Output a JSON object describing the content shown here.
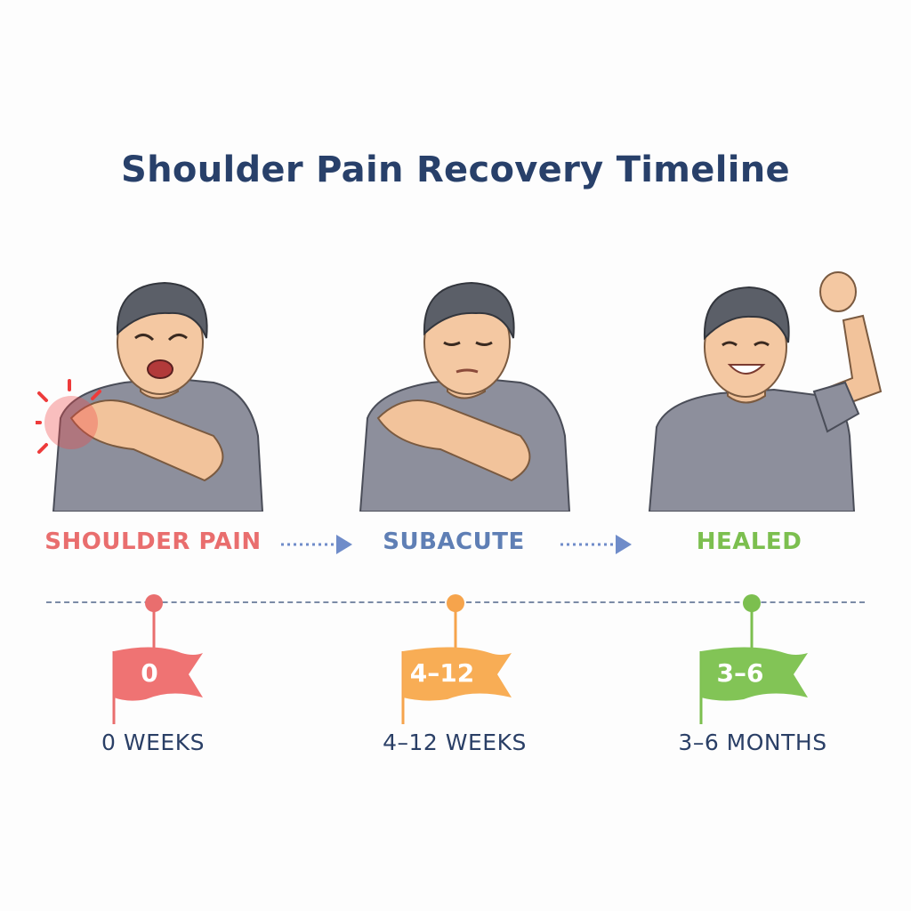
{
  "title": "Shoulder Pain Recovery Timeline",
  "colors": {
    "pain": "#e96e6e",
    "subacute": "#5f7fb5",
    "healed": "#7cbf4f",
    "arrow": "#6f8cc9",
    "timeline": "#7b8ba6",
    "flag_subacute": "#f6a44c"
  },
  "stages": [
    {
      "label": "SHOULDER PAIN",
      "flag": "0",
      "duration": "0 WEEKS"
    },
    {
      "label": "SUBACUTE",
      "flag": "4–12",
      "duration": "4–12 WEEKS"
    },
    {
      "label": "HEALED",
      "flag": "3–6",
      "duration": "3–6 MONTHS"
    }
  ]
}
